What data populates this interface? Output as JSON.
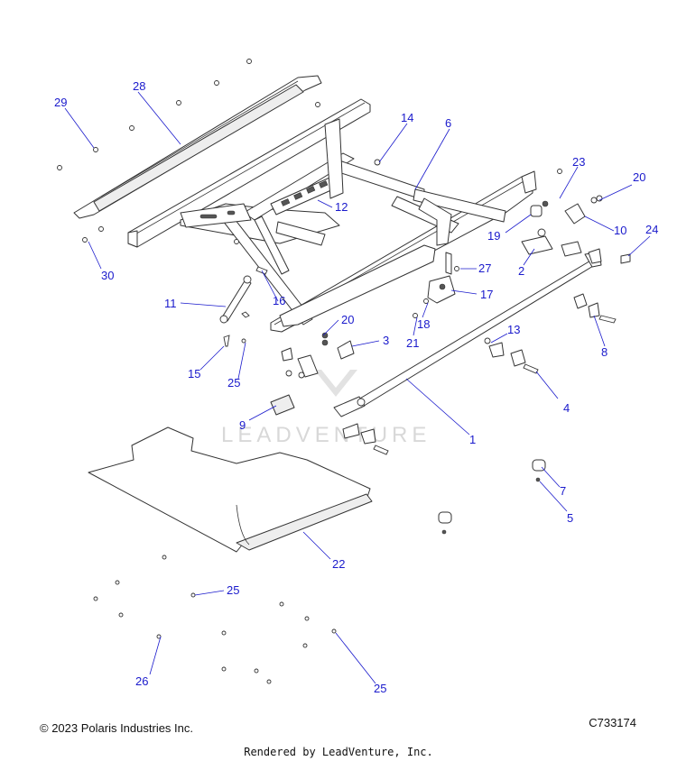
{
  "diagram": {
    "watermark": "LEADVENTURE",
    "callouts": [
      "1",
      "2",
      "3",
      "4",
      "5",
      "7",
      "8",
      "9",
      "10",
      "11",
      "12",
      "13",
      "14",
      "15",
      "16",
      "17",
      "18",
      "19",
      "20",
      "20",
      "21",
      "22",
      "23",
      "24",
      "25",
      "25",
      "25",
      "25",
      "26",
      "27",
      "28",
      "29",
      "30",
      "6"
    ]
  },
  "footer": {
    "copyright": "© 2023 Polaris Industries Inc.",
    "code": "C733174",
    "rendered_by": "Rendered by LeadVenture, Inc."
  }
}
